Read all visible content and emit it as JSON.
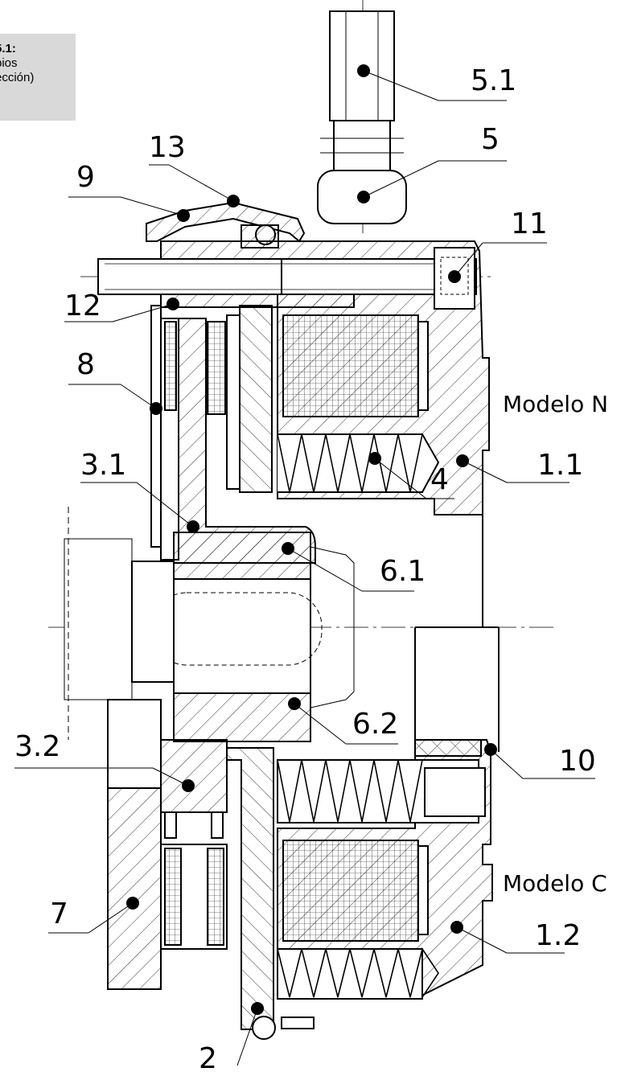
{
  "note": {
    "line1": "5.1:",
    "line2": "pios",
    "line3": "ección)"
  },
  "labels": {
    "l5_1": "5.1",
    "l5": "5",
    "l13": "13",
    "l9": "9",
    "l11": "11",
    "l12": "12",
    "l8": "8",
    "l3_1": "3.1",
    "l4": "4",
    "l1_1": "1.1",
    "l6_1": "6.1",
    "l6_2": "6.2",
    "l3_2": "3.2",
    "l10": "10",
    "l7": "7",
    "l1_2": "1.2",
    "l2": "2",
    "modelN": "Modelo N",
    "modelC": "Modelo C"
  }
}
